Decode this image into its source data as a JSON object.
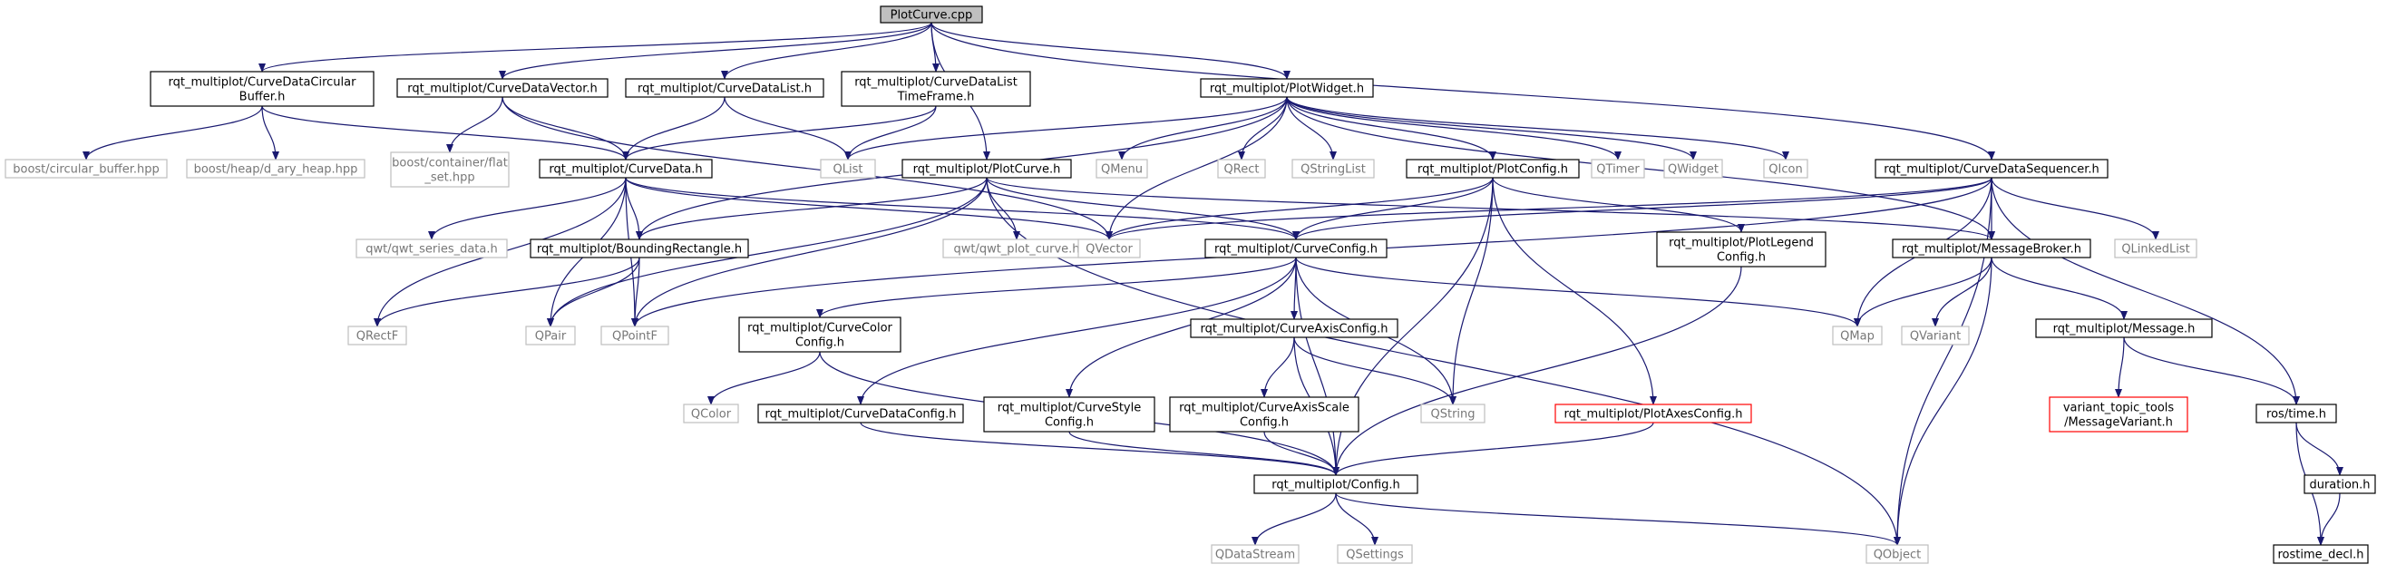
{
  "colors": {
    "edge": "#191970",
    "node_border": "#000000",
    "external_border": "#bfbfbf",
    "selected_fill": "#bfbfbf",
    "missing_border": "#ff0000"
  },
  "nodes": {
    "PlotCurve_cpp": {
      "lines": [
        "PlotCurve.cpp"
      ],
      "kind": "selected"
    },
    "CurveDataCircularBuffer_h": {
      "lines": [
        "rqt_multiplot/CurveDataCircular",
        "Buffer.h"
      ],
      "kind": "internal"
    },
    "CurveDataVector_h": {
      "lines": [
        "rqt_multiplot/CurveDataVector.h"
      ],
      "kind": "internal"
    },
    "CurveDataList_h": {
      "lines": [
        "rqt_multiplot/CurveDataList.h"
      ],
      "kind": "internal"
    },
    "CurveDataListTimeFrame_h": {
      "lines": [
        "rqt_multiplot/CurveDataList",
        "TimeFrame.h"
      ],
      "kind": "internal"
    },
    "PlotWidget_h": {
      "lines": [
        "rqt_multiplot/PlotWidget.h"
      ],
      "kind": "internal"
    },
    "boost_circular_buffer": {
      "lines": [
        "boost/circular_buffer.hpp"
      ],
      "kind": "external"
    },
    "boost_d_ary_heap": {
      "lines": [
        "boost/heap/d_ary_heap.hpp"
      ],
      "kind": "external"
    },
    "boost_flat_set": {
      "lines": [
        "boost/container/flat",
        "_set.hpp"
      ],
      "kind": "external"
    },
    "CurveData_h": {
      "lines": [
        "rqt_multiplot/CurveData.h"
      ],
      "kind": "internal"
    },
    "QList": {
      "lines": [
        "QList"
      ],
      "kind": "external"
    },
    "QMenu": {
      "lines": [
        "QMenu"
      ],
      "kind": "external"
    },
    "QRect": {
      "lines": [
        "QRect"
      ],
      "kind": "external"
    },
    "QStringList": {
      "lines": [
        "QStringList"
      ],
      "kind": "external"
    },
    "PlotConfig_h": {
      "lines": [
        "rqt_multiplot/PlotConfig.h"
      ],
      "kind": "internal"
    },
    "QTimer": {
      "lines": [
        "QTimer"
      ],
      "kind": "external"
    },
    "QWidget": {
      "lines": [
        "QWidget"
      ],
      "kind": "external"
    },
    "QIcon": {
      "lines": [
        "QIcon"
      ],
      "kind": "external"
    },
    "CurveDataSequencer_h": {
      "lines": [
        "rqt_multiplot/CurveDataSequencer.h"
      ],
      "kind": "internal"
    },
    "PlotCurve_h": {
      "lines": [
        "rqt_multiplot/PlotCurve.h"
      ],
      "kind": "internal"
    },
    "qwt_series_data": {
      "lines": [
        "qwt/qwt_series_data.h"
      ],
      "kind": "external"
    },
    "BoundingRectangle_h": {
      "lines": [
        "rqt_multiplot/BoundingRectangle.h"
      ],
      "kind": "internal"
    },
    "qwt_plot_curve": {
      "lines": [
        "qwt/qwt_plot_curve.h"
      ],
      "kind": "external"
    },
    "QVector": {
      "lines": [
        "QVector"
      ],
      "kind": "external"
    },
    "CurveConfig_h": {
      "lines": [
        "rqt_multiplot/CurveConfig.h"
      ],
      "kind": "internal"
    },
    "PlotLegendConfig_h": {
      "lines": [
        "rqt_multiplot/PlotLegend",
        "Config.h"
      ],
      "kind": "internal"
    },
    "MessageBroker_h": {
      "lines": [
        "rqt_multiplot/MessageBroker.h"
      ],
      "kind": "internal"
    },
    "QLinkedList": {
      "lines": [
        "QLinkedList"
      ],
      "kind": "external"
    },
    "QRectF": {
      "lines": [
        "QRectF"
      ],
      "kind": "external"
    },
    "QPair": {
      "lines": [
        "QPair"
      ],
      "kind": "external"
    },
    "QPointF": {
      "lines": [
        "QPointF"
      ],
      "kind": "external"
    },
    "CurveColorConfig_h": {
      "lines": [
        "rqt_multiplot/CurveColor",
        "Config.h"
      ],
      "kind": "internal"
    },
    "QMap": {
      "lines": [
        "QMap"
      ],
      "kind": "external"
    },
    "QVariant": {
      "lines": [
        "QVariant"
      ],
      "kind": "external"
    },
    "Message_h": {
      "lines": [
        "rqt_multiplot/Message.h"
      ],
      "kind": "internal"
    },
    "CurveAxisConfig_h": {
      "lines": [
        "rqt_multiplot/CurveAxisConfig.h"
      ],
      "kind": "internal"
    },
    "QColor": {
      "lines": [
        "QColor"
      ],
      "kind": "external"
    },
    "CurveDataConfig_h": {
      "lines": [
        "rqt_multiplot/CurveDataConfig.h"
      ],
      "kind": "internal"
    },
    "CurveStyleConfig_h": {
      "lines": [
        "rqt_multiplot/CurveStyle",
        "Config.h"
      ],
      "kind": "internal"
    },
    "CurveAxisScaleConfig_h": {
      "lines": [
        "rqt_multiplot/CurveAxisScale",
        "Config.h"
      ],
      "kind": "internal"
    },
    "QString": {
      "lines": [
        "QString"
      ],
      "kind": "external"
    },
    "PlotAxesConfig_h": {
      "lines": [
        "rqt_multiplot/PlotAxesConfig.h"
      ],
      "kind": "missing"
    },
    "MessageVariant_h": {
      "lines": [
        "variant_topic_tools",
        "/MessageVariant.h"
      ],
      "kind": "missing"
    },
    "ros_time_h": {
      "lines": [
        "ros/time.h"
      ],
      "kind": "internal"
    },
    "duration_h": {
      "lines": [
        "duration.h"
      ],
      "kind": "internal"
    },
    "Config_h": {
      "lines": [
        "rqt_multiplot/Config.h"
      ],
      "kind": "internal"
    },
    "QDataStream": {
      "lines": [
        "QDataStream"
      ],
      "kind": "external"
    },
    "QSettings": {
      "lines": [
        "QSettings"
      ],
      "kind": "external"
    },
    "QObject": {
      "lines": [
        "QObject"
      ],
      "kind": "external"
    },
    "rostime_decl_h": {
      "lines": [
        "rostime_decl.h"
      ],
      "kind": "internal"
    }
  },
  "edges": [
    [
      "PlotCurve_cpp",
      "CurveDataCircularBuffer_h"
    ],
    [
      "PlotCurve_cpp",
      "CurveDataVector_h"
    ],
    [
      "PlotCurve_cpp",
      "CurveDataList_h"
    ],
    [
      "PlotCurve_cpp",
      "CurveDataListTimeFrame_h"
    ],
    [
      "PlotCurve_cpp",
      "PlotWidget_h"
    ],
    [
      "PlotCurve_cpp",
      "PlotCurve_h"
    ],
    [
      "PlotCurve_cpp",
      "CurveDataSequencer_h"
    ],
    [
      "CurveDataCircularBuffer_h",
      "boost_circular_buffer"
    ],
    [
      "CurveDataCircularBuffer_h",
      "boost_d_ary_heap"
    ],
    [
      "CurveDataCircularBuffer_h",
      "CurveData_h"
    ],
    [
      "CurveDataVector_h",
      "boost_flat_set"
    ],
    [
      "CurveDataVector_h",
      "CurveData_h"
    ],
    [
      "CurveDataVector_h",
      "QVector"
    ],
    [
      "CurveDataList_h",
      "CurveData_h"
    ],
    [
      "CurveDataList_h",
      "QList"
    ],
    [
      "CurveDataListTimeFrame_h",
      "CurveData_h"
    ],
    [
      "CurveDataListTimeFrame_h",
      "QList"
    ],
    [
      "PlotWidget_h",
      "QList"
    ],
    [
      "PlotWidget_h",
      "QMenu"
    ],
    [
      "PlotWidget_h",
      "QRect"
    ],
    [
      "PlotWidget_h",
      "QStringList"
    ],
    [
      "PlotWidget_h",
      "PlotConfig_h"
    ],
    [
      "PlotWidget_h",
      "QTimer"
    ],
    [
      "PlotWidget_h",
      "QWidget"
    ],
    [
      "PlotWidget_h",
      "QIcon"
    ],
    [
      "PlotWidget_h",
      "BoundingRectangle_h"
    ],
    [
      "PlotWidget_h",
      "QVector"
    ],
    [
      "PlotWidget_h",
      "MessageBroker_h"
    ],
    [
      "CurveData_h",
      "qwt_series_data"
    ],
    [
      "CurveData_h",
      "BoundingRectangle_h"
    ],
    [
      "CurveData_h",
      "QVector"
    ],
    [
      "CurveData_h",
      "QRectF"
    ],
    [
      "CurveData_h",
      "QPair"
    ],
    [
      "CurveData_h",
      "QPointF"
    ],
    [
      "CurveData_h",
      "CurveConfig_h"
    ],
    [
      "PlotCurve_h",
      "BoundingRectangle_h"
    ],
    [
      "PlotCurve_h",
      "qwt_plot_curve"
    ],
    [
      "PlotCurve_h",
      "CurveConfig_h"
    ],
    [
      "PlotCurve_h",
      "QPair"
    ],
    [
      "PlotCurve_h",
      "QPointF"
    ],
    [
      "PlotCurve_h",
      "MessageBroker_h"
    ],
    [
      "PlotCurve_h",
      "QObject"
    ],
    [
      "PlotConfig_h",
      "CurveConfig_h"
    ],
    [
      "PlotConfig_h",
      "QVector"
    ],
    [
      "PlotConfig_h",
      "PlotLegendConfig_h"
    ],
    [
      "PlotConfig_h",
      "PlotAxesConfig_h"
    ],
    [
      "PlotConfig_h",
      "QString"
    ],
    [
      "PlotConfig_h",
      "Config_h"
    ],
    [
      "CurveDataSequencer_h",
      "MessageBroker_h"
    ],
    [
      "CurveDataSequencer_h",
      "QLinkedList"
    ],
    [
      "CurveDataSequencer_h",
      "QMap"
    ],
    [
      "CurveDataSequencer_h",
      "CurveConfig_h"
    ],
    [
      "CurveDataSequencer_h",
      "QVector"
    ],
    [
      "CurveDataSequencer_h",
      "QObject"
    ],
    [
      "CurveDataSequencer_h",
      "ros_time_h"
    ],
    [
      "CurveDataSequencer_h",
      "QPointF"
    ],
    [
      "BoundingRectangle_h",
      "QRectF"
    ],
    [
      "BoundingRectangle_h",
      "QPair"
    ],
    [
      "BoundingRectangle_h",
      "QPointF"
    ],
    [
      "CurveConfig_h",
      "CurveColorConfig_h"
    ],
    [
      "CurveConfig_h",
      "CurveAxisConfig_h"
    ],
    [
      "CurveConfig_h",
      "CurveDataConfig_h"
    ],
    [
      "CurveConfig_h",
      "CurveStyleConfig_h"
    ],
    [
      "CurveConfig_h",
      "QString"
    ],
    [
      "CurveConfig_h",
      "QMap"
    ],
    [
      "CurveConfig_h",
      "Config_h"
    ],
    [
      "PlotLegendConfig_h",
      "Config_h"
    ],
    [
      "MessageBroker_h",
      "QMap"
    ],
    [
      "MessageBroker_h",
      "QVariant"
    ],
    [
      "MessageBroker_h",
      "Message_h"
    ],
    [
      "MessageBroker_h",
      "QObject"
    ],
    [
      "CurveColorConfig_h",
      "QColor"
    ],
    [
      "CurveColorConfig_h",
      "Config_h"
    ],
    [
      "Message_h",
      "MessageVariant_h"
    ],
    [
      "Message_h",
      "ros_time_h"
    ],
    [
      "CurveAxisConfig_h",
      "CurveAxisScaleConfig_h"
    ],
    [
      "CurveAxisConfig_h",
      "QString"
    ],
    [
      "CurveAxisConfig_h",
      "Config_h"
    ],
    [
      "CurveDataConfig_h",
      "Config_h"
    ],
    [
      "CurveStyleConfig_h",
      "Config_h"
    ],
    [
      "CurveAxisScaleConfig_h",
      "Config_h"
    ],
    [
      "PlotAxesConfig_h",
      "Config_h"
    ],
    [
      "ros_time_h",
      "duration_h"
    ],
    [
      "ros_time_h",
      "rostime_decl_h"
    ],
    [
      "duration_h",
      "rostime_decl_h"
    ],
    [
      "Config_h",
      "QDataStream"
    ],
    [
      "Config_h",
      "QSettings"
    ],
    [
      "Config_h",
      "QObject"
    ]
  ]
}
